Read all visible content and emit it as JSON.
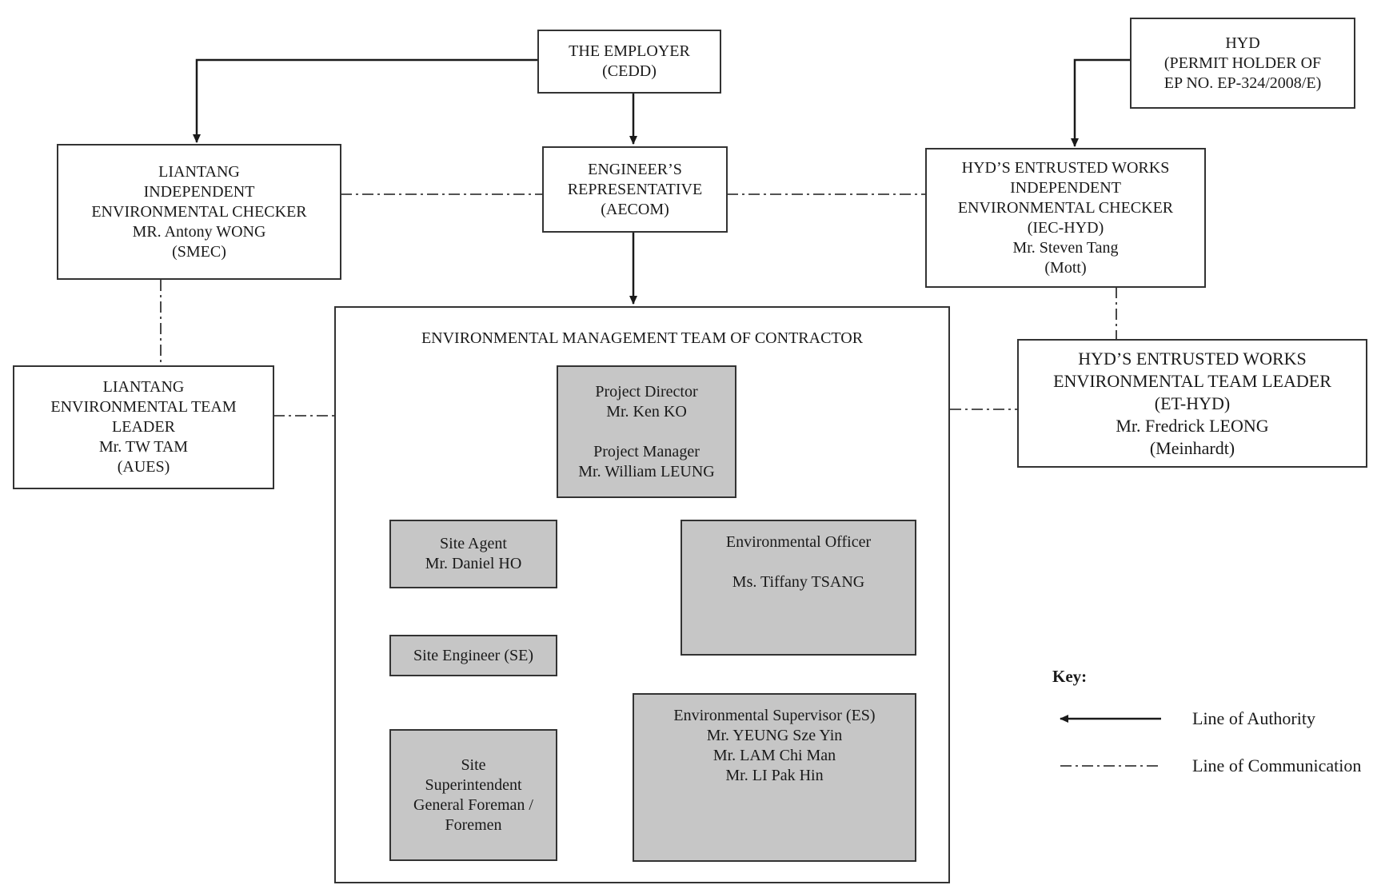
{
  "boxes": {
    "employer": [
      "THE EMPLOYER",
      "(CEDD)"
    ],
    "hyd": [
      "HYD",
      "(PERMIT HOLDER OF",
      "EP NO. EP-324/2008/E)"
    ],
    "liantang_iec": [
      "LIANTANG",
      "INDEPENDENT",
      "ENVIRONMENTAL CHECKER",
      "MR. Antony WONG",
      "(SMEC)"
    ],
    "engineer_rep": [
      "ENGINEER’S",
      "REPRESENTATIVE",
      "(AECOM)"
    ],
    "hyd_iec": [
      "HYD’S ENTRUSTED WORKS",
      "INDEPENDENT",
      "ENVIRONMENTAL CHECKER",
      "(IEC-HYD)",
      "Mr. Steven Tang",
      "(Mott)"
    ],
    "liantang_et": [
      "LIANTANG",
      "ENVIRONMENTAL TEAM",
      "LEADER",
      "Mr. TW TAM",
      "(AUES)"
    ],
    "hyd_et": [
      "HYD’S ENTRUSTED WORKS",
      "ENVIRONMENTAL TEAM LEADER",
      "(ET-HYD)",
      "Mr. Fredrick LEONG",
      "(Meinhardt)"
    ],
    "project_director": [
      "Project Director",
      "Mr. Ken KO",
      "",
      "Project Manager",
      "Mr. William LEUNG"
    ],
    "site_agent": [
      "Site Agent",
      "Mr. Daniel HO"
    ],
    "env_officer": [
      "Environmental Officer",
      "",
      "Ms. Tiffany TSANG"
    ],
    "site_engineer": [
      "Site Engineer (SE)"
    ],
    "env_supervisor": [
      "Environmental Supervisor (ES)",
      "Mr. YEUNG Sze Yin",
      "Mr. LAM Chi Man",
      "Mr. LI Pak Hin"
    ],
    "site_superintendent": [
      "Site",
      "Superintendent",
      "General Foreman /",
      "Foremen"
    ]
  },
  "container_title": "ENVIRONMENTAL MANAGEMENT TEAM OF CONTRACTOR",
  "key": {
    "title": "Key:",
    "authority": "Line of Authority",
    "communication": "Line of Communication"
  },
  "colors": {
    "grey_fill": "#c6c6c6",
    "line": "#1a1a1a",
    "border": "#333333"
  }
}
